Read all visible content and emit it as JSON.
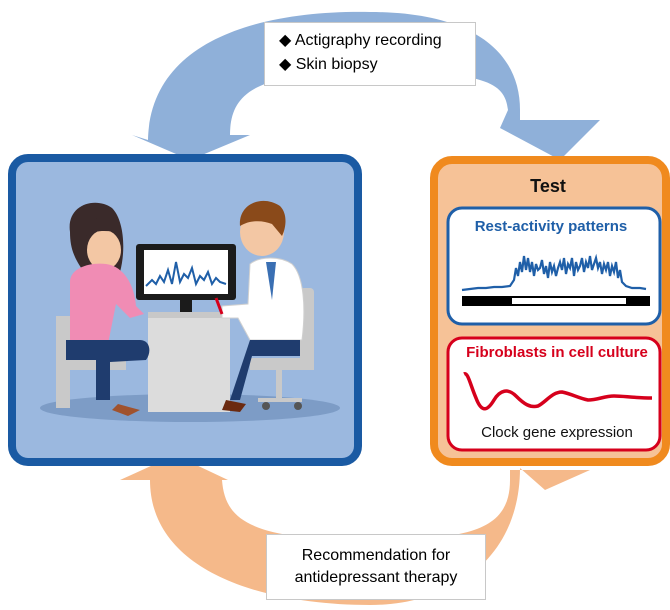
{
  "top_box": {
    "bullets": [
      "Actigraphy recording",
      "Skin biopsy"
    ]
  },
  "bottom_box": {
    "line1": "Recommendation for",
    "line2": "antidepressant therapy"
  },
  "test_panel": {
    "title": "Test",
    "rest_activity_title": "Rest-activity patterns",
    "fibroblasts_title": "Fibroblasts in cell culture",
    "clock_label": "Clock gene expression"
  },
  "colors": {
    "top_arrow": "#8fb0d9",
    "bottom_arrow": "#f5b98a",
    "clinic_border": "#1a5aa3",
    "clinic_bg": "#9bb8df",
    "test_border": "#f08a1e",
    "test_bg": "#f6c297",
    "rest_accent": "#1f5fa8",
    "fibro_accent": "#d6001c"
  }
}
